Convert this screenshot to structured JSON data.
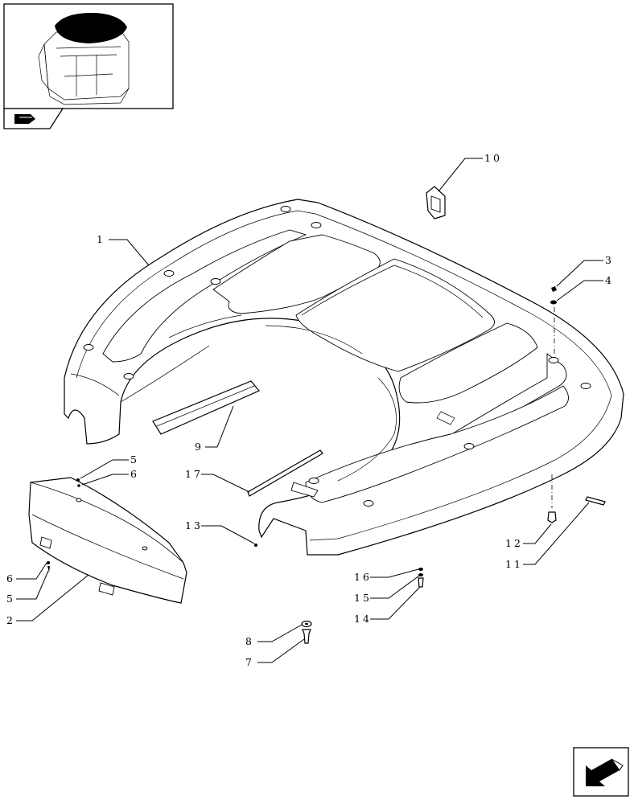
{
  "callouts": [
    {
      "id": "c1",
      "text": "1"
    },
    {
      "id": "c2",
      "text": "2"
    },
    {
      "id": "c3",
      "text": "3"
    },
    {
      "id": "c4",
      "text": "4"
    },
    {
      "id": "c5a",
      "text": "5"
    },
    {
      "id": "c6a",
      "text": "6"
    },
    {
      "id": "c6b",
      "text": "6"
    },
    {
      "id": "c5b",
      "text": "5"
    },
    {
      "id": "c7",
      "text": "7"
    },
    {
      "id": "c8",
      "text": "8"
    },
    {
      "id": "c9",
      "text": "9"
    },
    {
      "id": "c10",
      "text": "10"
    },
    {
      "id": "c11",
      "text": "11"
    },
    {
      "id": "c12",
      "text": "12"
    },
    {
      "id": "c13",
      "text": "13"
    },
    {
      "id": "c14",
      "text": "14"
    },
    {
      "id": "c15",
      "text": "15"
    },
    {
      "id": "c16",
      "text": "16"
    },
    {
      "id": "c17",
      "text": "17"
    }
  ],
  "icons": {
    "thumbnail": "cab-roof-thumbnail-icon",
    "book": "book-pointer-icon",
    "nav": "next-page-arrow-icon"
  }
}
